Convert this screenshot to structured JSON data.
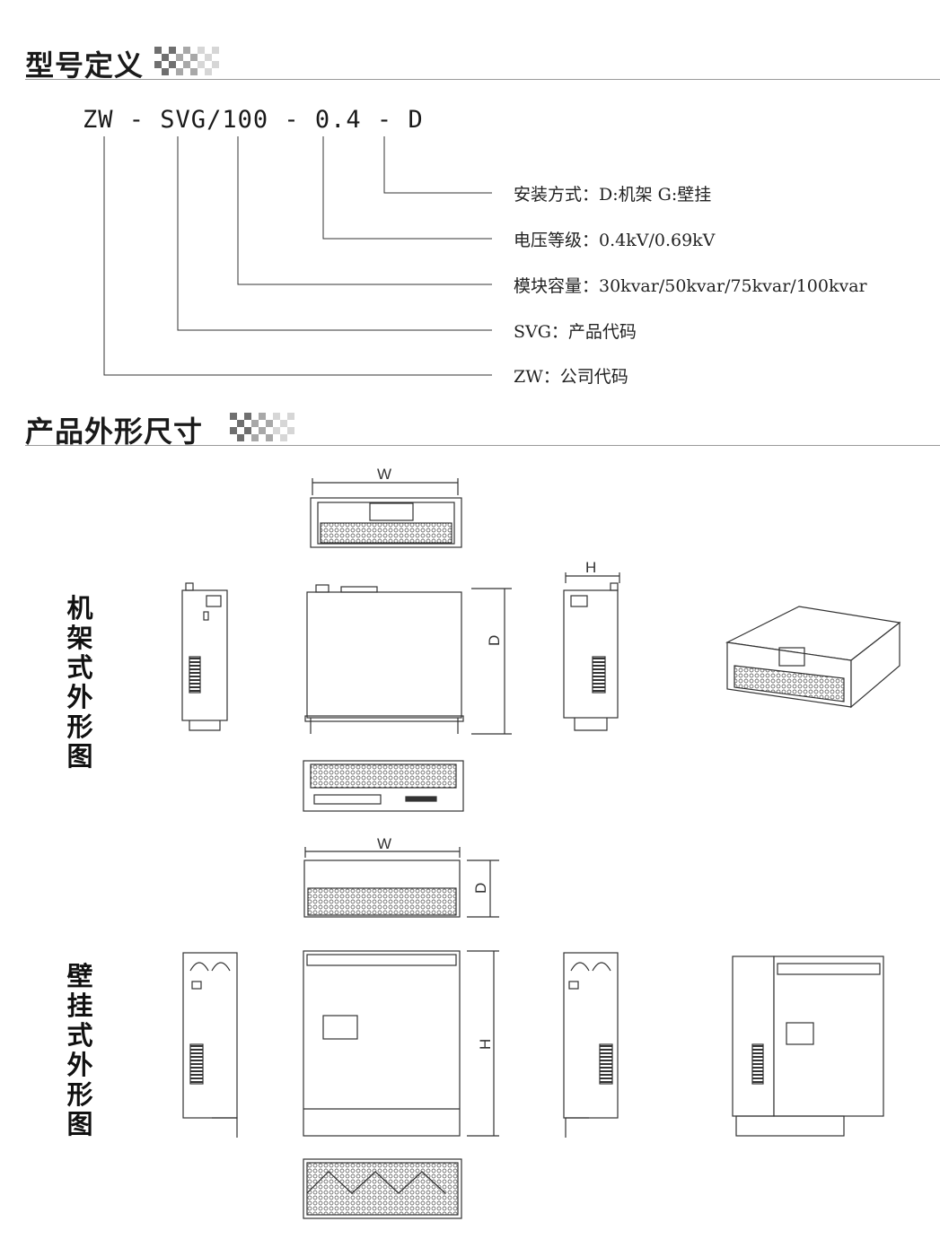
{
  "section1": {
    "title": "型号定义"
  },
  "model": {
    "parts": [
      "ZW",
      "SVG/100",
      "0.4",
      "D"
    ],
    "separator": " - "
  },
  "legend": [
    {
      "text": "安装方式：D:机架  G:壁挂"
    },
    {
      "text": "电压等级：0.4kV/0.69kV"
    },
    {
      "text": "模块容量：30kvar/50kvar/75kvar/100kvar"
    },
    {
      "text": "SVG：产品代码"
    },
    {
      "text": "ZW：公司代码"
    }
  ],
  "section2": {
    "title": "产品外形尺寸"
  },
  "rack": {
    "label_chars": [
      "机",
      "架",
      "式",
      "外",
      "形",
      "图"
    ],
    "dim_w": "W",
    "dim_h": "H",
    "dim_d": "D"
  },
  "wall": {
    "label_chars": [
      "壁",
      "挂",
      "式",
      "外",
      "形",
      "图"
    ],
    "dim_w": "W",
    "dim_d": "D",
    "dim_h": "H"
  }
}
